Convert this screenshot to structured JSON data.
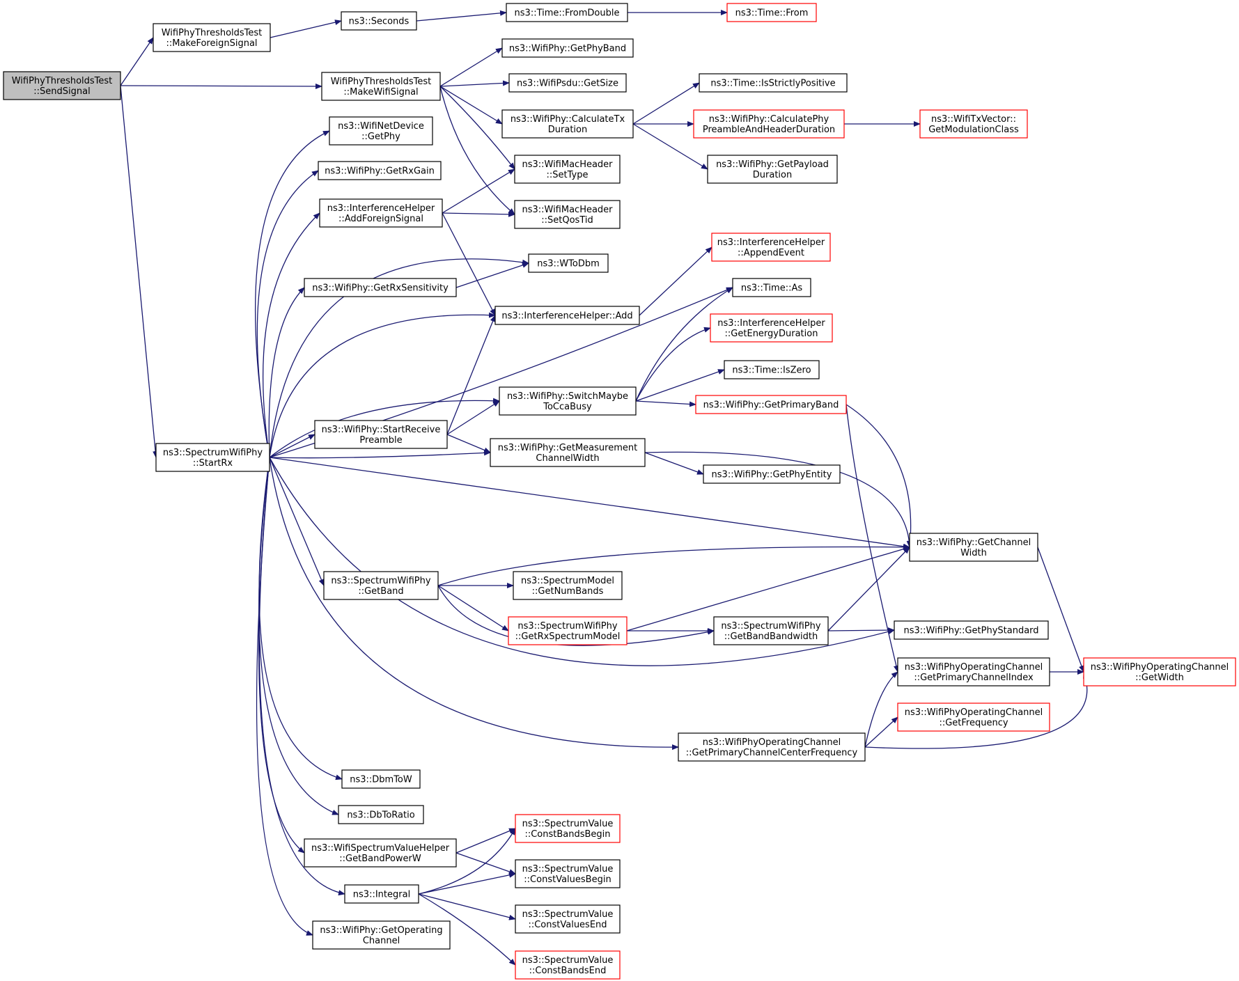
{
  "diagram": {
    "nodes": [
      {
        "id": "sendsignal",
        "lines": [
          "WifiPhyThresholdsTest",
          "::SendSignal"
        ],
        "style": "focus"
      },
      {
        "id": "makeforeign",
        "lines": [
          "WifiPhyThresholdsTest",
          "::MakeForeignSignal"
        ],
        "style": "normal"
      },
      {
        "id": "seconds",
        "lines": [
          "ns3::Seconds"
        ],
        "style": "normal"
      },
      {
        "id": "fromdouble",
        "lines": [
          "ns3::Time::FromDouble"
        ],
        "style": "normal"
      },
      {
        "id": "timefrom",
        "lines": [
          "ns3::Time::From"
        ],
        "style": "red"
      },
      {
        "id": "makewifi",
        "lines": [
          "WifiPhyThresholdsTest",
          "::MakeWifiSignal"
        ],
        "style": "normal"
      },
      {
        "id": "getphyband",
        "lines": [
          "ns3::WifiPhy::GetPhyBand"
        ],
        "style": "normal"
      },
      {
        "id": "psdusize",
        "lines": [
          "ns3::WifiPsdu::GetSize"
        ],
        "style": "normal"
      },
      {
        "id": "calctx",
        "lines": [
          "ns3::WifiPhy::CalculateTx",
          "Duration"
        ],
        "style": "normal"
      },
      {
        "id": "strictlypos",
        "lines": [
          "ns3::Time::IsStrictlyPositive"
        ],
        "style": "normal"
      },
      {
        "id": "calcpreamble",
        "lines": [
          "ns3::WifiPhy::CalculatePhy",
          "PreambleAndHeaderDuration"
        ],
        "style": "red"
      },
      {
        "id": "modclass",
        "lines": [
          "ns3::WifiTxVector::",
          "GetModulationClass"
        ],
        "style": "red"
      },
      {
        "id": "payload",
        "lines": [
          "ns3::WifiPhy::GetPayload",
          "Duration"
        ],
        "style": "normal"
      },
      {
        "id": "getphy",
        "lines": [
          "ns3::WifiNetDevice",
          "::GetPhy"
        ],
        "style": "normal"
      },
      {
        "id": "rxgain",
        "lines": [
          "ns3::WifiPhy::GetRxGain"
        ],
        "style": "normal"
      },
      {
        "id": "addforeign",
        "lines": [
          "ns3::InterferenceHelper",
          "::AddForeignSignal"
        ],
        "style": "normal"
      },
      {
        "id": "settype",
        "lines": [
          "ns3::WifiMacHeader",
          "::SetType"
        ],
        "style": "normal"
      },
      {
        "id": "setqos",
        "lines": [
          "ns3::WifiMacHeader",
          "::SetQosTid"
        ],
        "style": "normal"
      },
      {
        "id": "appendevent",
        "lines": [
          "ns3::InterferenceHelper",
          "::AppendEvent"
        ],
        "style": "red"
      },
      {
        "id": "wtodbm",
        "lines": [
          "ns3::WToDbm"
        ],
        "style": "normal"
      },
      {
        "id": "rxsens",
        "lines": [
          "ns3::WifiPhy::GetRxSensitivity"
        ],
        "style": "normal"
      },
      {
        "id": "timeas",
        "lines": [
          "ns3::Time::As"
        ],
        "style": "normal"
      },
      {
        "id": "iadd",
        "lines": [
          "ns3::InterferenceHelper::Add"
        ],
        "style": "normal"
      },
      {
        "id": "energydur",
        "lines": [
          "ns3::InterferenceHelper",
          "::GetEnergyDuration"
        ],
        "style": "red"
      },
      {
        "id": "iszero",
        "lines": [
          "ns3::Time::IsZero"
        ],
        "style": "normal"
      },
      {
        "id": "switchcca",
        "lines": [
          "ns3::WifiPhy::SwitchMaybe",
          "ToCcaBusy"
        ],
        "style": "normal"
      },
      {
        "id": "primaryband",
        "lines": [
          "ns3::WifiPhy::GetPrimaryBand"
        ],
        "style": "red"
      },
      {
        "id": "startrx",
        "lines": [
          "ns3::SpectrumWifiPhy",
          "::StartRx"
        ],
        "style": "normal"
      },
      {
        "id": "startpreamble",
        "lines": [
          "ns3::WifiPhy::StartReceive",
          "Preamble"
        ],
        "style": "normal"
      },
      {
        "id": "measwidth",
        "lines": [
          "ns3::WifiPhy::GetMeasurement",
          "ChannelWidth"
        ],
        "style": "normal"
      },
      {
        "id": "phyentity",
        "lines": [
          "ns3::WifiPhy::GetPhyEntity"
        ],
        "style": "normal"
      },
      {
        "id": "chwidth",
        "lines": [
          "ns3::WifiPhy::GetChannel",
          "Width"
        ],
        "style": "normal"
      },
      {
        "id": "getband",
        "lines": [
          "ns3::SpectrumWifiPhy",
          "::GetBand"
        ],
        "style": "normal"
      },
      {
        "id": "numbands",
        "lines": [
          "ns3::SpectrumModel",
          "::GetNumBands"
        ],
        "style": "normal"
      },
      {
        "id": "rxspecmodel",
        "lines": [
          "ns3::SpectrumWifiPhy",
          "::GetRxSpectrumModel"
        ],
        "style": "red"
      },
      {
        "id": "bandbw",
        "lines": [
          "ns3::SpectrumWifiPhy",
          "::GetBandBandwidth"
        ],
        "style": "normal"
      },
      {
        "id": "phystd",
        "lines": [
          "ns3::WifiPhy::GetPhyStandard"
        ],
        "style": "normal"
      },
      {
        "id": "primidx",
        "lines": [
          "ns3::WifiPhyOperatingChannel",
          "::GetPrimaryChannelIndex"
        ],
        "style": "normal"
      },
      {
        "id": "opwidth",
        "lines": [
          "ns3::WifiPhyOperatingChannel",
          "::GetWidth"
        ],
        "style": "red"
      },
      {
        "id": "opfreq",
        "lines": [
          "ns3::WifiPhyOperatingChannel",
          "::GetFrequency"
        ],
        "style": "red"
      },
      {
        "id": "primcenter",
        "lines": [
          "ns3::WifiPhyOperatingChannel",
          "::GetPrimaryChannelCenterFrequency"
        ],
        "style": "normal"
      },
      {
        "id": "dbmtow",
        "lines": [
          "ns3::DbmToW"
        ],
        "style": "normal"
      },
      {
        "id": "dbtoratio",
        "lines": [
          "ns3::DbToRatio"
        ],
        "style": "normal"
      },
      {
        "id": "bandpower",
        "lines": [
          "ns3::WifiSpectrumValueHelper",
          "::GetBandPowerW"
        ],
        "style": "normal"
      },
      {
        "id": "cbandsbegin",
        "lines": [
          "ns3::SpectrumValue",
          "::ConstBandsBegin"
        ],
        "style": "red"
      },
      {
        "id": "cvaluesbegin",
        "lines": [
          "ns3::SpectrumValue",
          "::ConstValuesBegin"
        ],
        "style": "normal"
      },
      {
        "id": "integral",
        "lines": [
          "ns3::Integral"
        ],
        "style": "normal"
      },
      {
        "id": "cvaluesend",
        "lines": [
          "ns3::SpectrumValue",
          "::ConstValuesEnd"
        ],
        "style": "normal"
      },
      {
        "id": "getopchannel",
        "lines": [
          "ns3::WifiPhy::GetOperating",
          "Channel"
        ],
        "style": "normal"
      },
      {
        "id": "cbandsend",
        "lines": [
          "ns3::SpectrumValue",
          "::ConstBandsEnd"
        ],
        "style": "red"
      }
    ],
    "edges": [
      [
        "sendsignal",
        "makeforeign"
      ],
      [
        "sendsignal",
        "makewifi"
      ],
      [
        "sendsignal",
        "startrx"
      ],
      [
        "makeforeign",
        "seconds"
      ],
      [
        "seconds",
        "fromdouble"
      ],
      [
        "fromdouble",
        "timefrom"
      ],
      [
        "makewifi",
        "getphyband"
      ],
      [
        "makewifi",
        "psdusize"
      ],
      [
        "makewifi",
        "calctx"
      ],
      [
        "makewifi",
        "settype"
      ],
      [
        "makewifi",
        "setqos"
      ],
      [
        "calctx",
        "strictlypos"
      ],
      [
        "calctx",
        "calcpreamble"
      ],
      [
        "calctx",
        "payload"
      ],
      [
        "calcpreamble",
        "modclass"
      ],
      [
        "addforeign",
        "settype"
      ],
      [
        "addforeign",
        "setqos"
      ],
      [
        "addforeign",
        "iadd"
      ],
      [
        "rxsens",
        "wtodbm"
      ],
      [
        "iadd",
        "appendevent"
      ],
      [
        "switchcca",
        "timeas"
      ],
      [
        "switchcca",
        "energydur"
      ],
      [
        "switchcca",
        "iszero"
      ],
      [
        "switchcca",
        "primaryband"
      ],
      [
        "startpreamble",
        "iadd"
      ],
      [
        "startpreamble",
        "switchcca"
      ],
      [
        "startpreamble",
        "measwidth"
      ],
      [
        "measwidth",
        "chwidth"
      ],
      [
        "measwidth",
        "phyentity"
      ],
      [
        "primaryband",
        "chwidth"
      ],
      [
        "primaryband",
        "primidx"
      ],
      [
        "chwidth",
        "opwidth"
      ],
      [
        "primidx",
        "opwidth"
      ],
      [
        "primcenter",
        "primidx"
      ],
      [
        "primcenter",
        "opfreq"
      ],
      [
        "primcenter",
        "opwidth"
      ],
      [
        "getband",
        "chwidth"
      ],
      [
        "getband",
        "numbands"
      ],
      [
        "getband",
        "rxspecmodel"
      ],
      [
        "getband",
        "bandbw"
      ],
      [
        "rxspecmodel",
        "chwidth"
      ],
      [
        "rxspecmodel",
        "bandbw"
      ],
      [
        "bandbw",
        "chwidth"
      ],
      [
        "bandbw",
        "phystd"
      ],
      [
        "bandpower",
        "cbandsbegin"
      ],
      [
        "bandpower",
        "cvaluesbegin"
      ],
      [
        "integral",
        "cbandsbegin"
      ],
      [
        "integral",
        "cvaluesbegin"
      ],
      [
        "integral",
        "cvaluesend"
      ],
      [
        "integral",
        "cbandsend"
      ],
      [
        "startrx",
        "getphy"
      ],
      [
        "startrx",
        "rxgain"
      ],
      [
        "startrx",
        "addforeign"
      ],
      [
        "startrx",
        "wtodbm"
      ],
      [
        "startrx",
        "rxsens"
      ],
      [
        "startrx",
        "iadd"
      ],
      [
        "startrx",
        "timeas"
      ],
      [
        "startrx",
        "switchcca"
      ],
      [
        "startrx",
        "startpreamble"
      ],
      [
        "startrx",
        "measwidth"
      ],
      [
        "startrx",
        "chwidth"
      ],
      [
        "startrx",
        "getband"
      ],
      [
        "startrx",
        "phystd"
      ],
      [
        "startrx",
        "primcenter"
      ],
      [
        "startrx",
        "dbmtow"
      ],
      [
        "startrx",
        "dbtoratio"
      ],
      [
        "startrx",
        "bandpower"
      ],
      [
        "startrx",
        "integral"
      ],
      [
        "startrx",
        "getopchannel"
      ]
    ]
  }
}
